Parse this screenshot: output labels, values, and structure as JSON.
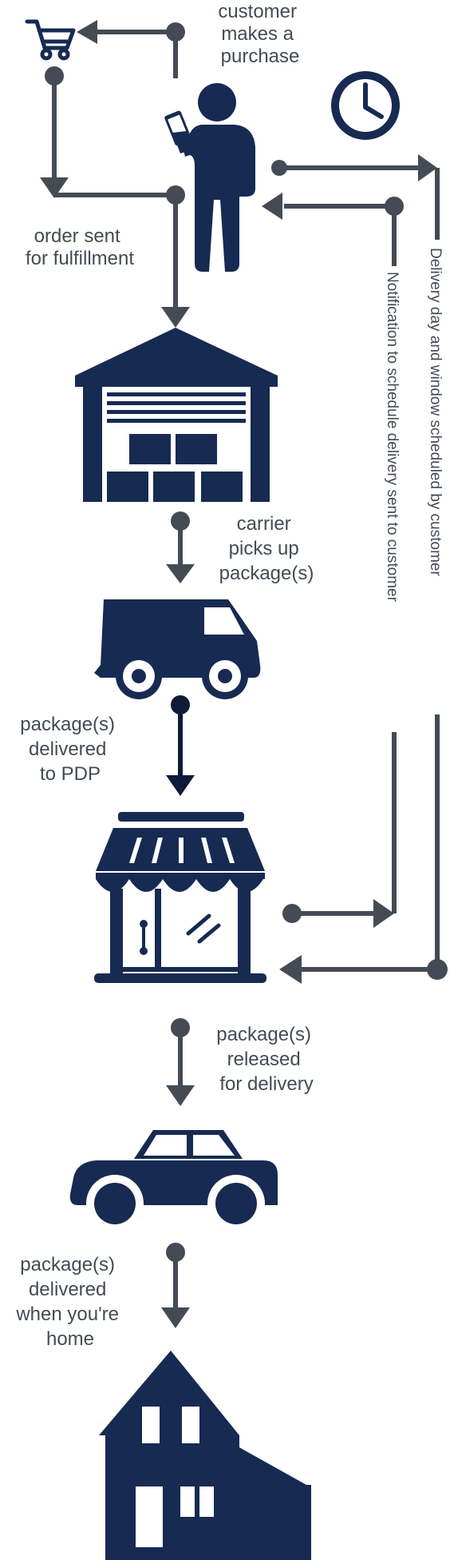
{
  "colors": {
    "icon": "#172a52",
    "connector": "#444b55",
    "connector_dark": "#0f1a3a",
    "text": "#444b55",
    "background": "#ffffff"
  },
  "icons": [
    "shopping-cart-icon",
    "customer-with-phone-icon",
    "clock-icon",
    "warehouse-icon",
    "delivery-truck-icon",
    "storefront-icon",
    "car-icon",
    "house-icon"
  ],
  "steps": {
    "purchase": [
      "customer",
      "makes a",
      "purchase"
    ],
    "order": [
      "order sent",
      "for fulfillment"
    ],
    "pickup": [
      "carrier",
      "picks up",
      "package(s)"
    ],
    "pdp": [
      "package(s)",
      "delivered",
      "to PDP"
    ],
    "release": [
      "package(s)",
      "released",
      "for delivery"
    ],
    "home": [
      "package(s)",
      "delivered",
      "when you're",
      "home"
    ]
  },
  "side_notes": {
    "notification": "Notification to schedule delivery sent to customer",
    "schedule": "Delivery day and window scheduled by customer"
  }
}
